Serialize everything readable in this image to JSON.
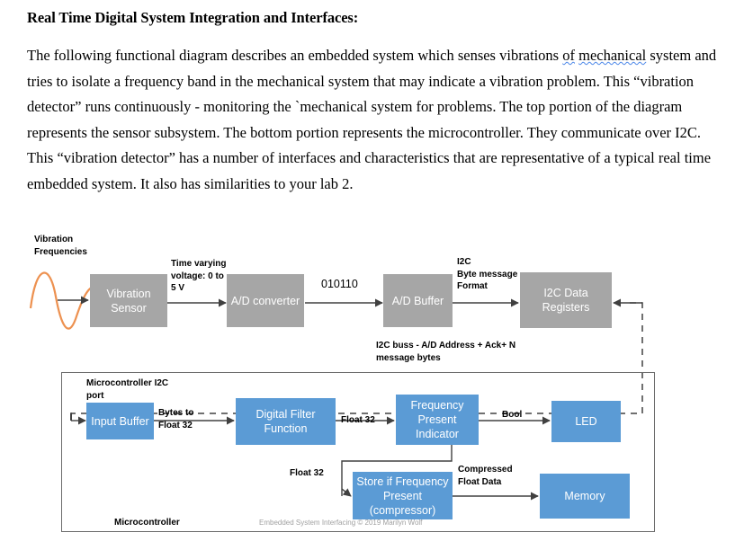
{
  "document": {
    "title": "Real Time Digital System Integration and Interfaces:",
    "paragraph_parts": [
      {
        "text": "The following functional diagram describes an embedded system which senses vibrations ",
        "wavy": false
      },
      {
        "text": "of",
        "wavy": true
      },
      {
        "text": " ",
        "wavy": false
      },
      {
        "text": "mechanical",
        "wavy": true
      },
      {
        "text": " system and tries to isolate a frequency band in the mechanical system that may indicate a vibration problem.  This “vibration detector” runs continuously - monitoring the `mechanical system for problems. The top portion of the diagram represents the sensor subsystem. The bottom portion represents the microcontroller. They communicate over I2C. This “vibration detector” has a number of interfaces and characteristics that are representative of a typical real time embedded system. It also has similarities to your lab 2.",
        "wavy": false
      }
    ],
    "paragraph_plain": "The following functional diagram describes an embedded system which senses vibrations of mechanical system and tries to isolate a frequency band in the mechanical system that may indicate a vibration problem.  This “vibration detector” runs continuously - monitoring the `mechanical system for problems. The top portion of the diagram represents the sensor subsystem. The bottom portion represents the microcontroller. They communicate over I2C. This “vibration detector” has a number of interfaces and characteristics that are representative of a typical real time embedded system. It also has similarities to your lab 2."
  },
  "diagram": {
    "colors": {
      "sensor_block": "#a6a6a6",
      "mcu_block": "#5b9bd5",
      "waveform": "#ed9150",
      "wire": "#404040",
      "frame": "#6b6b6b"
    },
    "sensor_row": {
      "source_label": "Vibration\nFrequencies",
      "nodes": [
        {
          "id": "vibration-sensor",
          "label": "Vibration\nSensor",
          "style": "gray"
        },
        {
          "id": "ad-converter",
          "label": "A/D converter",
          "style": "gray"
        },
        {
          "id": "ad-buffer",
          "label": "A/D Buffer",
          "style": "gray"
        },
        {
          "id": "i2c-data-registers",
          "label": "I2C\nData\nRegisters",
          "style": "gray"
        }
      ],
      "edge_labels": [
        {
          "id": "edge-sensor-to-adc",
          "text": "Time varying\nvoltage: 0 to\n5 V",
          "bold": true
        },
        {
          "id": "edge-adc-to-buffer",
          "text": "010110",
          "bold": false
        },
        {
          "id": "edge-buffer-to-registers",
          "text": "I2C\nByte message\nFormat",
          "bold": true
        }
      ]
    },
    "bus": {
      "label": "I2C buss - A/D Address + Ack+ N\nmessage bytes"
    },
    "mcu": {
      "port_label": "Microcontroller I2C\nport",
      "frame_label": "Microcontroller",
      "credit": "Embedded System Interfacing © 2019 Marilyn Wolf",
      "nodes": [
        {
          "id": "input-buffer",
          "label": "Input Buffer",
          "style": "blue"
        },
        {
          "id": "digital-filter-function",
          "label": "Digital Filter\nFunction",
          "style": "blue"
        },
        {
          "id": "frequency-present-indicator",
          "label": "Frequency\nPresent\nIndicator",
          "style": "blue"
        },
        {
          "id": "led",
          "label": "LED",
          "style": "blue"
        },
        {
          "id": "store-if-frequency-present",
          "label": "Store if\nFrequency Present\n(compressor)",
          "style": "blue"
        },
        {
          "id": "memory",
          "label": "Memory",
          "style": "blue"
        }
      ],
      "edge_labels": [
        {
          "id": "edge-buffer-to-filter",
          "text": "Bytes to\nFloat 32"
        },
        {
          "id": "edge-filter-to-indicator",
          "text": "Float 32"
        },
        {
          "id": "edge-indicator-to-led",
          "text": "Bool"
        },
        {
          "id": "edge-indicator-to-store",
          "text": "Float 32"
        },
        {
          "id": "edge-store-to-memory",
          "text": "Compressed\nFloat Data"
        }
      ]
    }
  }
}
